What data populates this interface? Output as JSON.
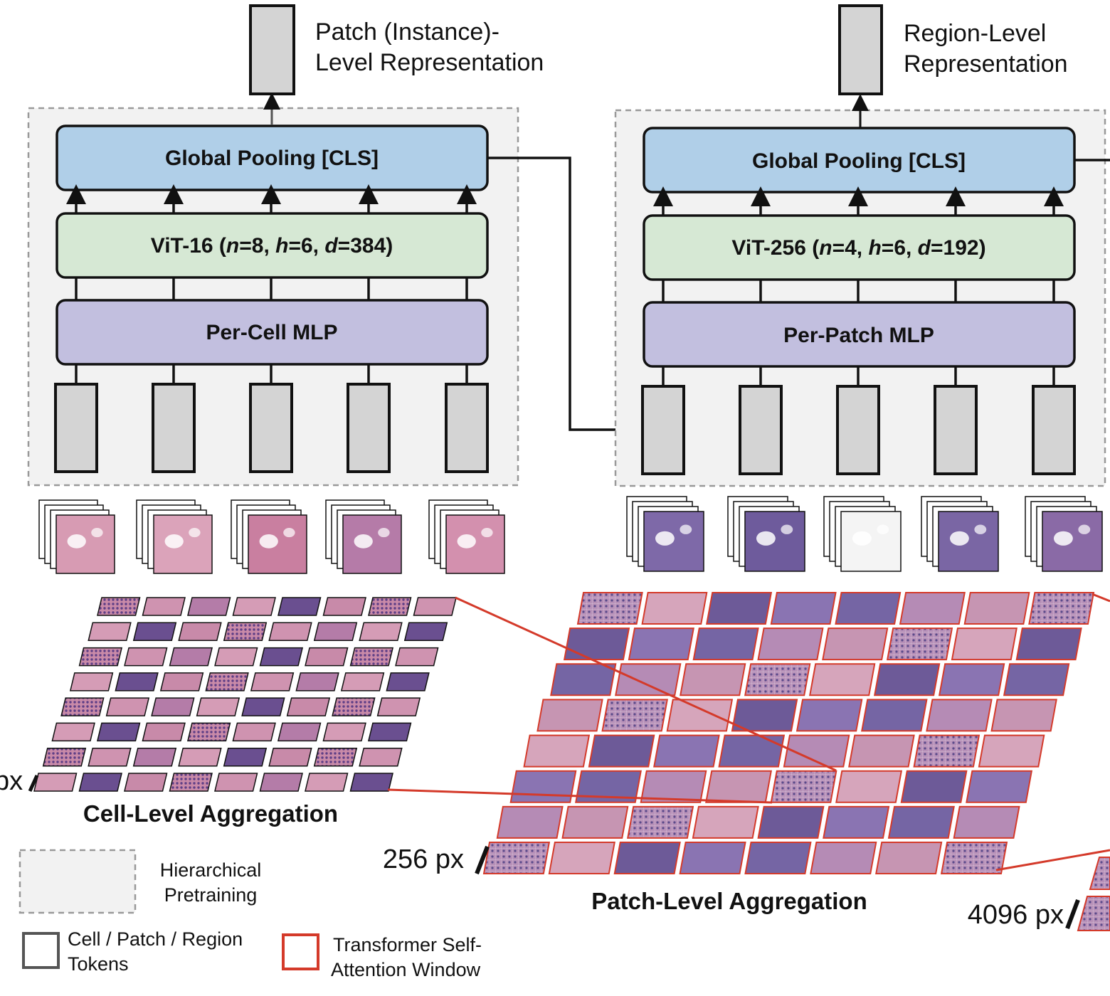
{
  "left_module": {
    "output_label": [
      "Patch (Instance)-",
      "Level Representation"
    ],
    "pooling_label": "Global Pooling [CLS]",
    "vit_label": {
      "prefix": "ViT-16 (",
      "n": "8",
      "h": "6",
      "d": "384"
    },
    "mlp_label": "Per-Cell MLP",
    "aggregation_label": "Cell-Level Aggregation",
    "size_label": "px",
    "grid_rows": 8,
    "grid_cols": 8
  },
  "right_module": {
    "output_label": [
      "Region-Level",
      "Representation"
    ],
    "pooling_label": "Global Pooling [CLS]",
    "vit_label": {
      "prefix": "ViT-256 (",
      "n": "4",
      "h": "6",
      "d": "192"
    },
    "mlp_label": "Per-Patch MLP",
    "aggregation_label": "Patch-Level Aggregation",
    "size_label": "256 px",
    "grid_rows": 8,
    "grid_cols": 8
  },
  "region_size_label": "4096 px",
  "legend": {
    "pretraining": [
      "Hierarchical",
      "Pretraining"
    ],
    "tokens": [
      "Cell / Patch / Region",
      "Tokens"
    ],
    "attention": [
      "Transformer Self-",
      "Attention Window"
    ]
  },
  "colors": {
    "pooling": "#b0cfe8",
    "vit": "#d6e8d4",
    "mlp": "#c2bfdf",
    "token": "#d4d4d4",
    "dashed_region": "#f2f2f2",
    "attention_red": "#d43a2a",
    "tissue_pink": "#c9869f",
    "tissue_purple": "#6d5a98"
  }
}
